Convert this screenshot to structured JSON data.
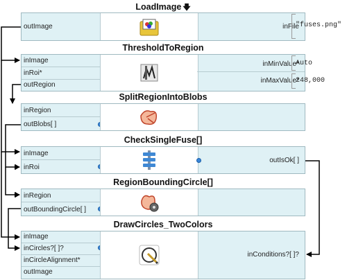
{
  "blocks": [
    {
      "title": "LoadImage",
      "left_ports": [
        "outImage"
      ],
      "right_ports": [
        "inFile"
      ],
      "icon": "folder-image-icon"
    },
    {
      "title": "ThresholdToRegion",
      "left_ports": [
        "inImage",
        "inRoi*",
        "outRegion"
      ],
      "right_ports": [
        "inMinValue*",
        "inMaxValue*"
      ],
      "icon": "threshold-icon"
    },
    {
      "title": "SplitRegionIntoBlobs",
      "left_ports": [
        "inRegion",
        "outBlobs[ ]"
      ],
      "right_ports": [],
      "icon": "split-blobs-icon"
    },
    {
      "title": "CheckSingleFuse[]",
      "left_ports": [
        "inImage",
        "inRoi"
      ],
      "right_ports": [
        "outIsOk[ ]"
      ],
      "icon": "check-list-icon"
    },
    {
      "title": "RegionBoundingCircle[]",
      "left_ports": [
        "inRegion",
        "outBoundingCircle[ ]"
      ],
      "right_ports": [],
      "icon": "bounding-circle-icon"
    },
    {
      "title": "DrawCircles_TwoColors",
      "left_ports": [
        "inImage",
        "inCircles?[ ]?",
        "inCircleAlignment*",
        "outImage"
      ],
      "right_ports": [
        "inConditions?[ ]?"
      ],
      "icon": "draw-circle-icon"
    }
  ],
  "load_arrow": "🡇",
  "values": {
    "in_file": "\"fuses.png\"",
    "min_value": "Auto",
    "max_value": "248,000"
  },
  "colors": {
    "port_area": "#dff1f5",
    "port_dot": "#3a86d9",
    "wire": "#000000"
  }
}
